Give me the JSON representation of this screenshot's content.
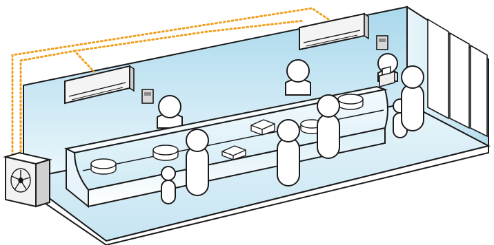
{
  "colors": {
    "outline": "#1a1a1a",
    "wall_light": "#eaf6fb",
    "wall_mid": "#cfe9f4",
    "wall_dark": "#9fd2e8",
    "floor": "#d9eef7",
    "pipe": "#f0a020",
    "unit": "#f2f2f2",
    "person": "#ffffff",
    "glass": "#e6f5fb"
  },
  "icons": {
    "outdoor_unit": "ac-outdoor-unit-icon",
    "indoor_unit": "ac-indoor-unit-icon",
    "controller": "wall-controller-icon",
    "register": "cash-register-icon",
    "cake": "cake-icon",
    "person": "person-icon"
  },
  "counts": {
    "indoor_units": 2,
    "outdoor_units": 1,
    "wall_controllers": 2,
    "people": 10
  }
}
